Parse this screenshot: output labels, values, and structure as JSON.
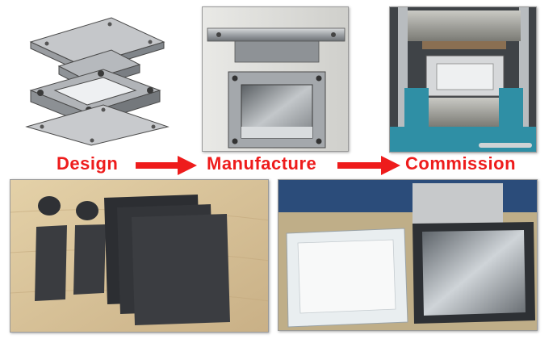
{
  "steps": {
    "design": "Design",
    "manufacture": "Manufacture",
    "commission": "Commission"
  },
  "colors": {
    "label_red": "#ee1c1c",
    "press_teal": "#2f8fa5",
    "wood": "#d8c49b",
    "cad_grey": "#a8abaf"
  },
  "images": {
    "cad": "cad-mould-drawing",
    "mould": "machined-mould-photo",
    "press": "hydraulic-press-photo",
    "sheets": "moulded-sample-sheets-photo",
    "product": "finished-moulding-photo"
  }
}
